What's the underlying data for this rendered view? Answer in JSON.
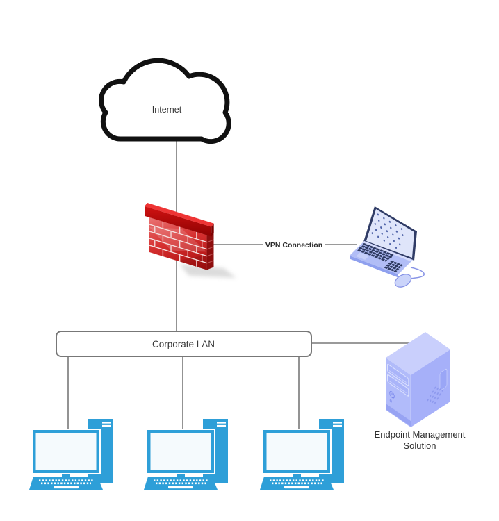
{
  "diagram": {
    "type": "network-topology",
    "nodes": {
      "internet": {
        "shape": "cloud",
        "label": "Internet"
      },
      "firewall": {
        "shape": "brick-firewall"
      },
      "vpn_laptop": {
        "shape": "laptop-with-mouse"
      },
      "corporate_lan": {
        "shape": "rounded-rectangle",
        "label": "Corporate LAN"
      },
      "workstations": {
        "shape": "desktop-computer",
        "count": 3
      },
      "endpoint_management": {
        "shape": "server-tower",
        "label_lines": [
          "Endpoint Management",
          "Solution"
        ]
      }
    },
    "connector_labels": {
      "vpn": "VPN Connection"
    },
    "edges": [
      "internet - firewall",
      "firewall - vpn_laptop (VPN Connection)",
      "firewall - corporate_lan",
      "corporate_lan - endpoint_management",
      "corporate_lan - workstation_1",
      "corporate_lan - workstation_2",
      "corporate_lan - workstation_3"
    ],
    "colors": {
      "connector_gray": "#787878",
      "cloud_stroke": "#111111",
      "firewall_red": "#C31111",
      "firewall_cap_red": "#B50303",
      "workstation_blue": "#2E9FD8",
      "device_periwinkle": "#B1BBFA",
      "laptop_navy": "#303C66",
      "screen_white": "#F5FAFD"
    }
  }
}
